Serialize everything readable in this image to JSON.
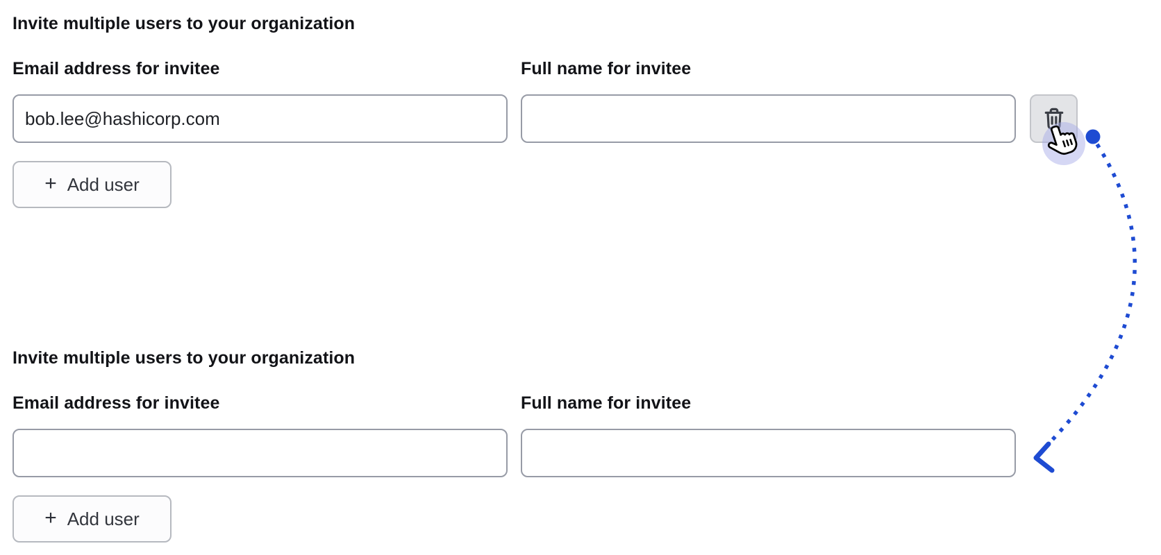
{
  "page": {
    "background": "#ffffff",
    "text_color": "#121317"
  },
  "sections": [
    {
      "heading": "Invite multiple users to your organization",
      "fields": [
        {
          "label": "Email address for invitee",
          "value": "bob.lee@hashicorp.com"
        },
        {
          "label": "Full name for invitee",
          "value": ""
        }
      ],
      "delete_button": {
        "icon": "trash-icon"
      },
      "add_button": {
        "icon": "plus-icon",
        "icon_glyph": "+",
        "label": "Add user"
      }
    },
    {
      "heading": "Invite multiple users to your organization",
      "fields": [
        {
          "label": "Email address for invitee",
          "value": ""
        },
        {
          "label": "Full name for invitee",
          "value": ""
        }
      ],
      "add_button": {
        "icon": "plus-icon",
        "icon_glyph": "+",
        "label": "Add user"
      }
    }
  ],
  "annotation": {
    "type": "click-action-arrow",
    "cursor": "hand-pointer-cursor",
    "arrow_color": "#1e4bd2",
    "halo_color": "rgba(168,171,232,0.48)",
    "from": "delete-row-button (section 1)",
    "to": "full-name-input (section 2)"
  }
}
